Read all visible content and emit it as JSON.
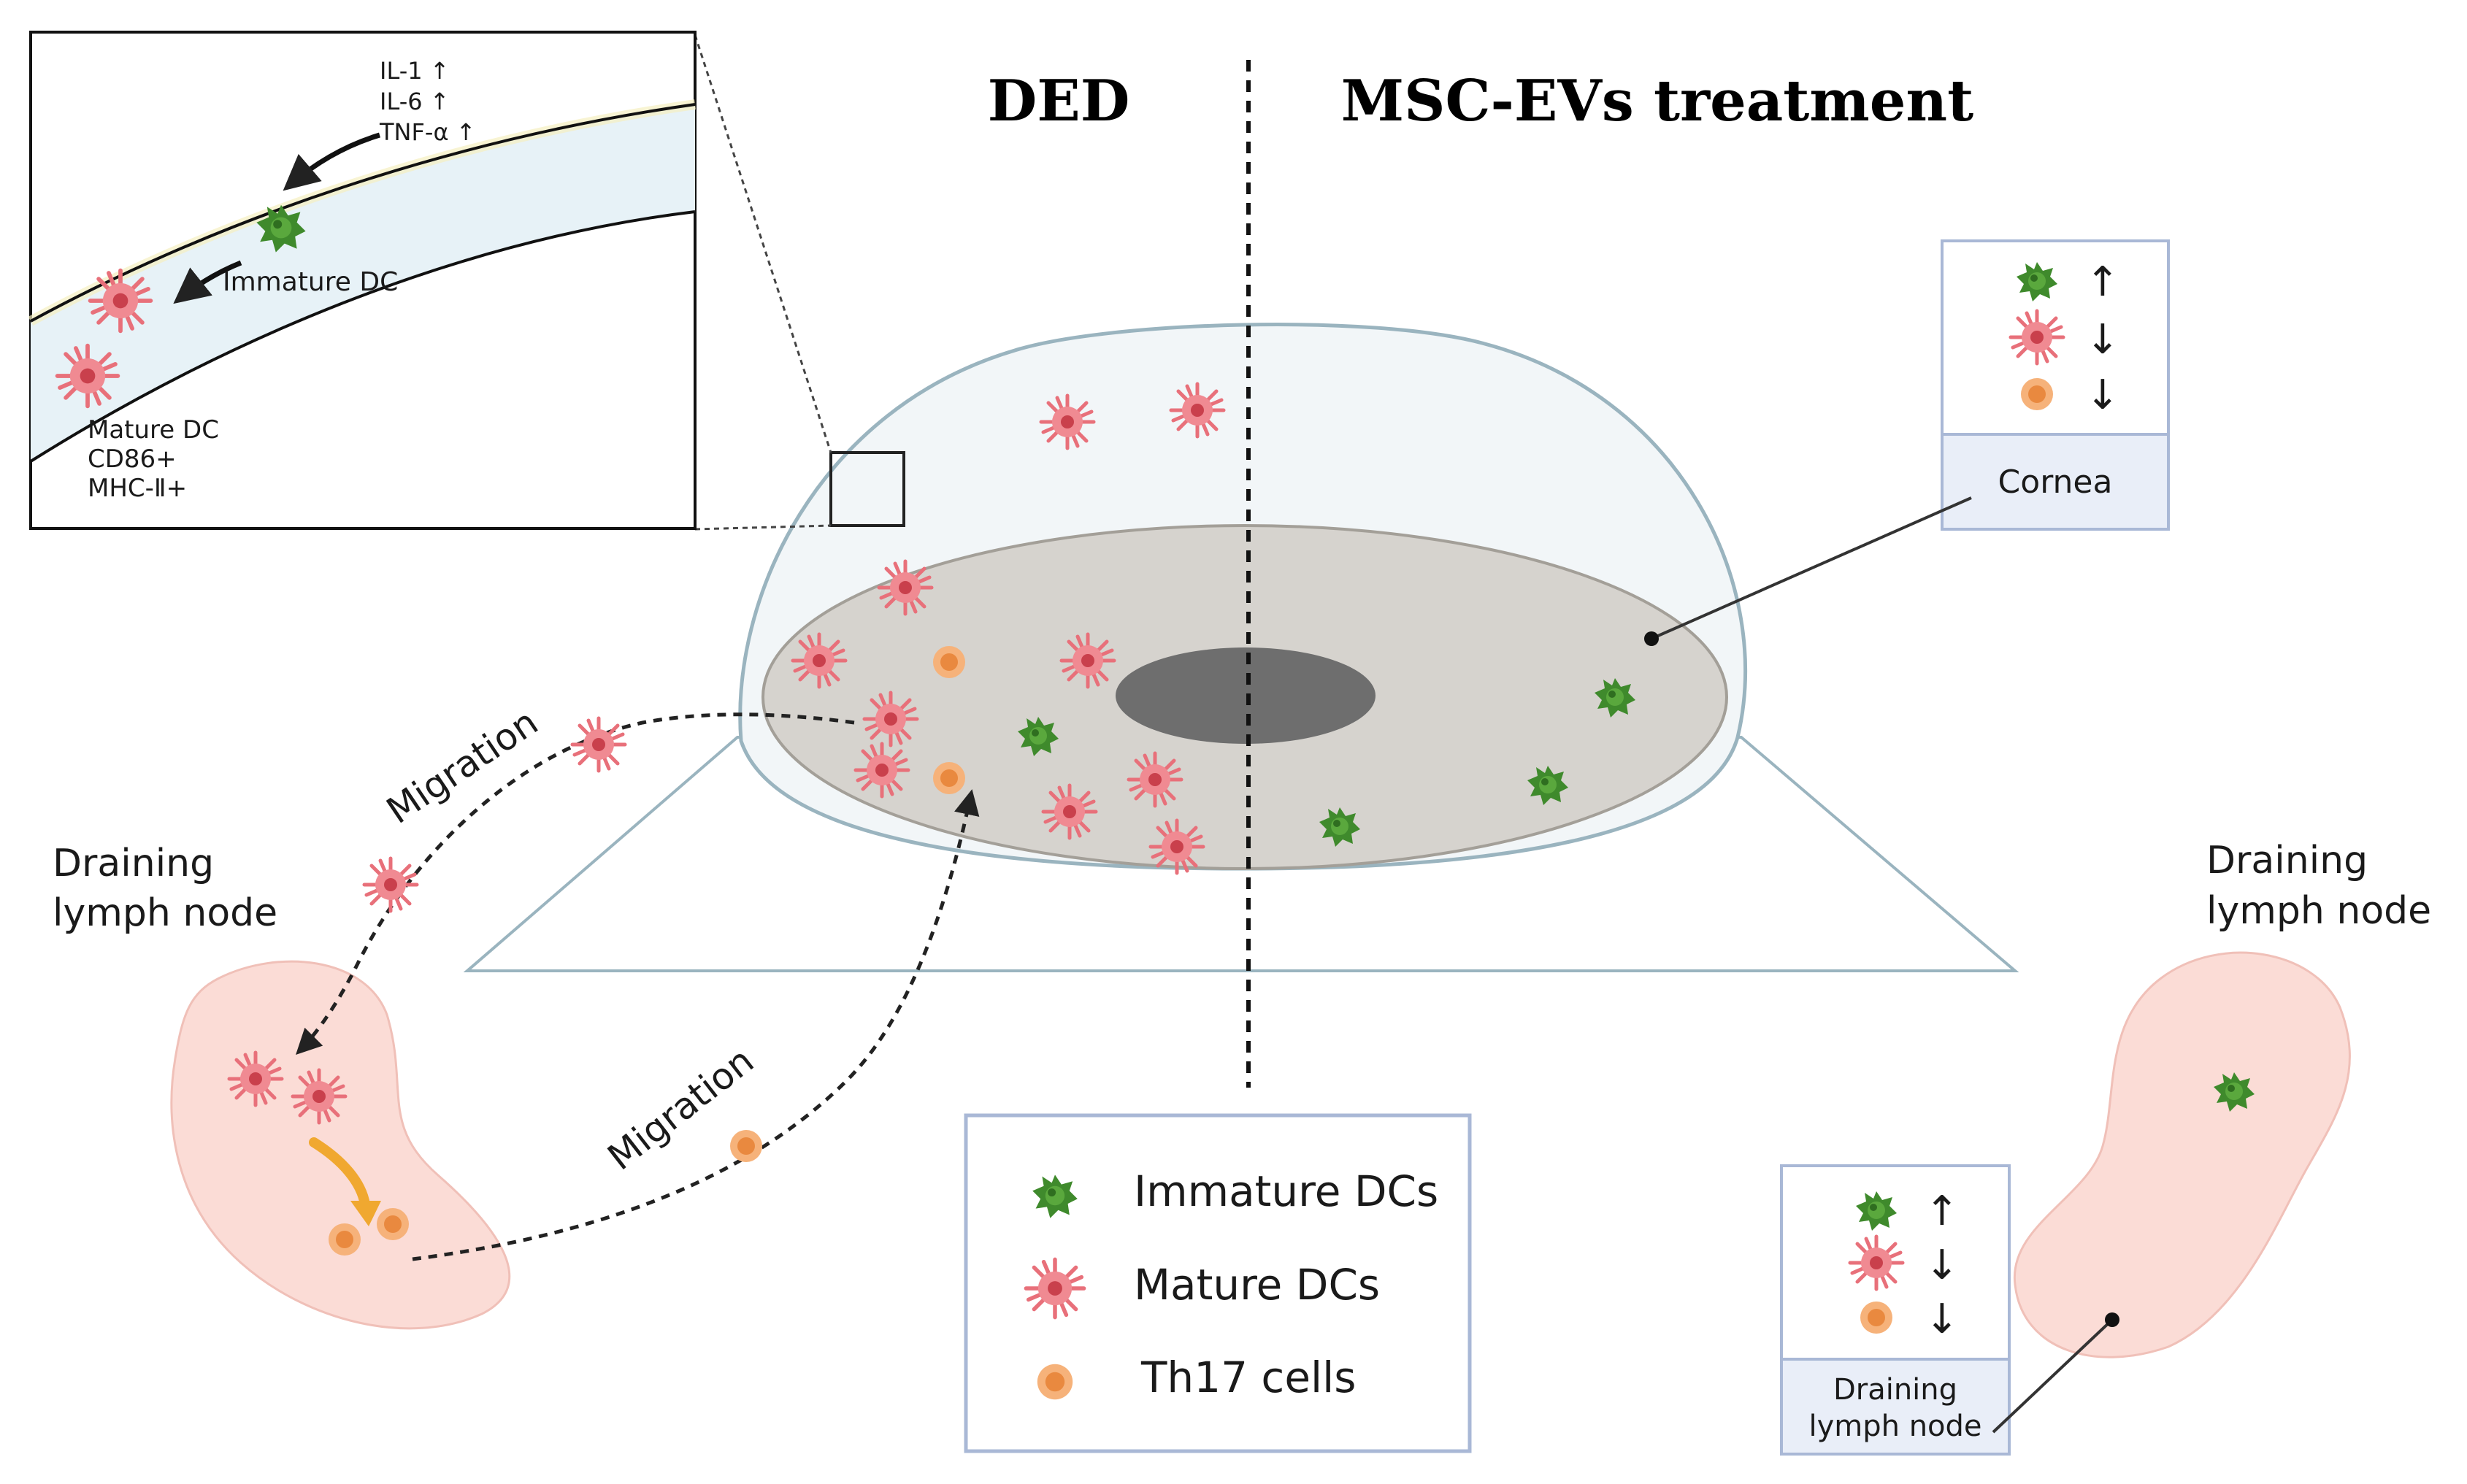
{
  "headers": {
    "left": "DED",
    "right": "MSC-EVs treatment"
  },
  "inset": {
    "cytokines": [
      "IL-1 ↑",
      "IL-6 ↑",
      "TNF-α ↑"
    ],
    "immature_label": "Immature DC",
    "mature_label": [
      "Mature DC",
      "CD86+",
      "MHC-Ⅱ+"
    ]
  },
  "labels": {
    "lymph_node_left": [
      "Draining",
      "lymph node"
    ],
    "lymph_node_right": [
      "Draining",
      "lymph node"
    ],
    "migration_top": "Migration",
    "migration_bottom": "Migration"
  },
  "cornea_box": {
    "arrows": [
      "↑",
      "↓",
      "↓"
    ],
    "label": "Cornea"
  },
  "node_box": {
    "arrows": [
      "↑",
      "↓",
      "↓"
    ],
    "label": [
      "Draining",
      "lymph node"
    ]
  },
  "legend": [
    {
      "label": "Immature DCs",
      "icon": "immature-dc-icon"
    },
    {
      "label": "Mature DCs",
      "icon": "mature-dc-icon"
    },
    {
      "label": "Th17 cells",
      "icon": "th17-cell-icon"
    }
  ],
  "colors": {
    "immature_dc": "#3f8a2c",
    "mature_dc": "#e8707a",
    "th17": "#f0a055",
    "lymph_node": "#fbdcd6",
    "iris": "#d6d3ce",
    "pupil": "#6e6e6e",
    "box_border": "#a9b8d6",
    "box_fill": "#e9eef8"
  }
}
